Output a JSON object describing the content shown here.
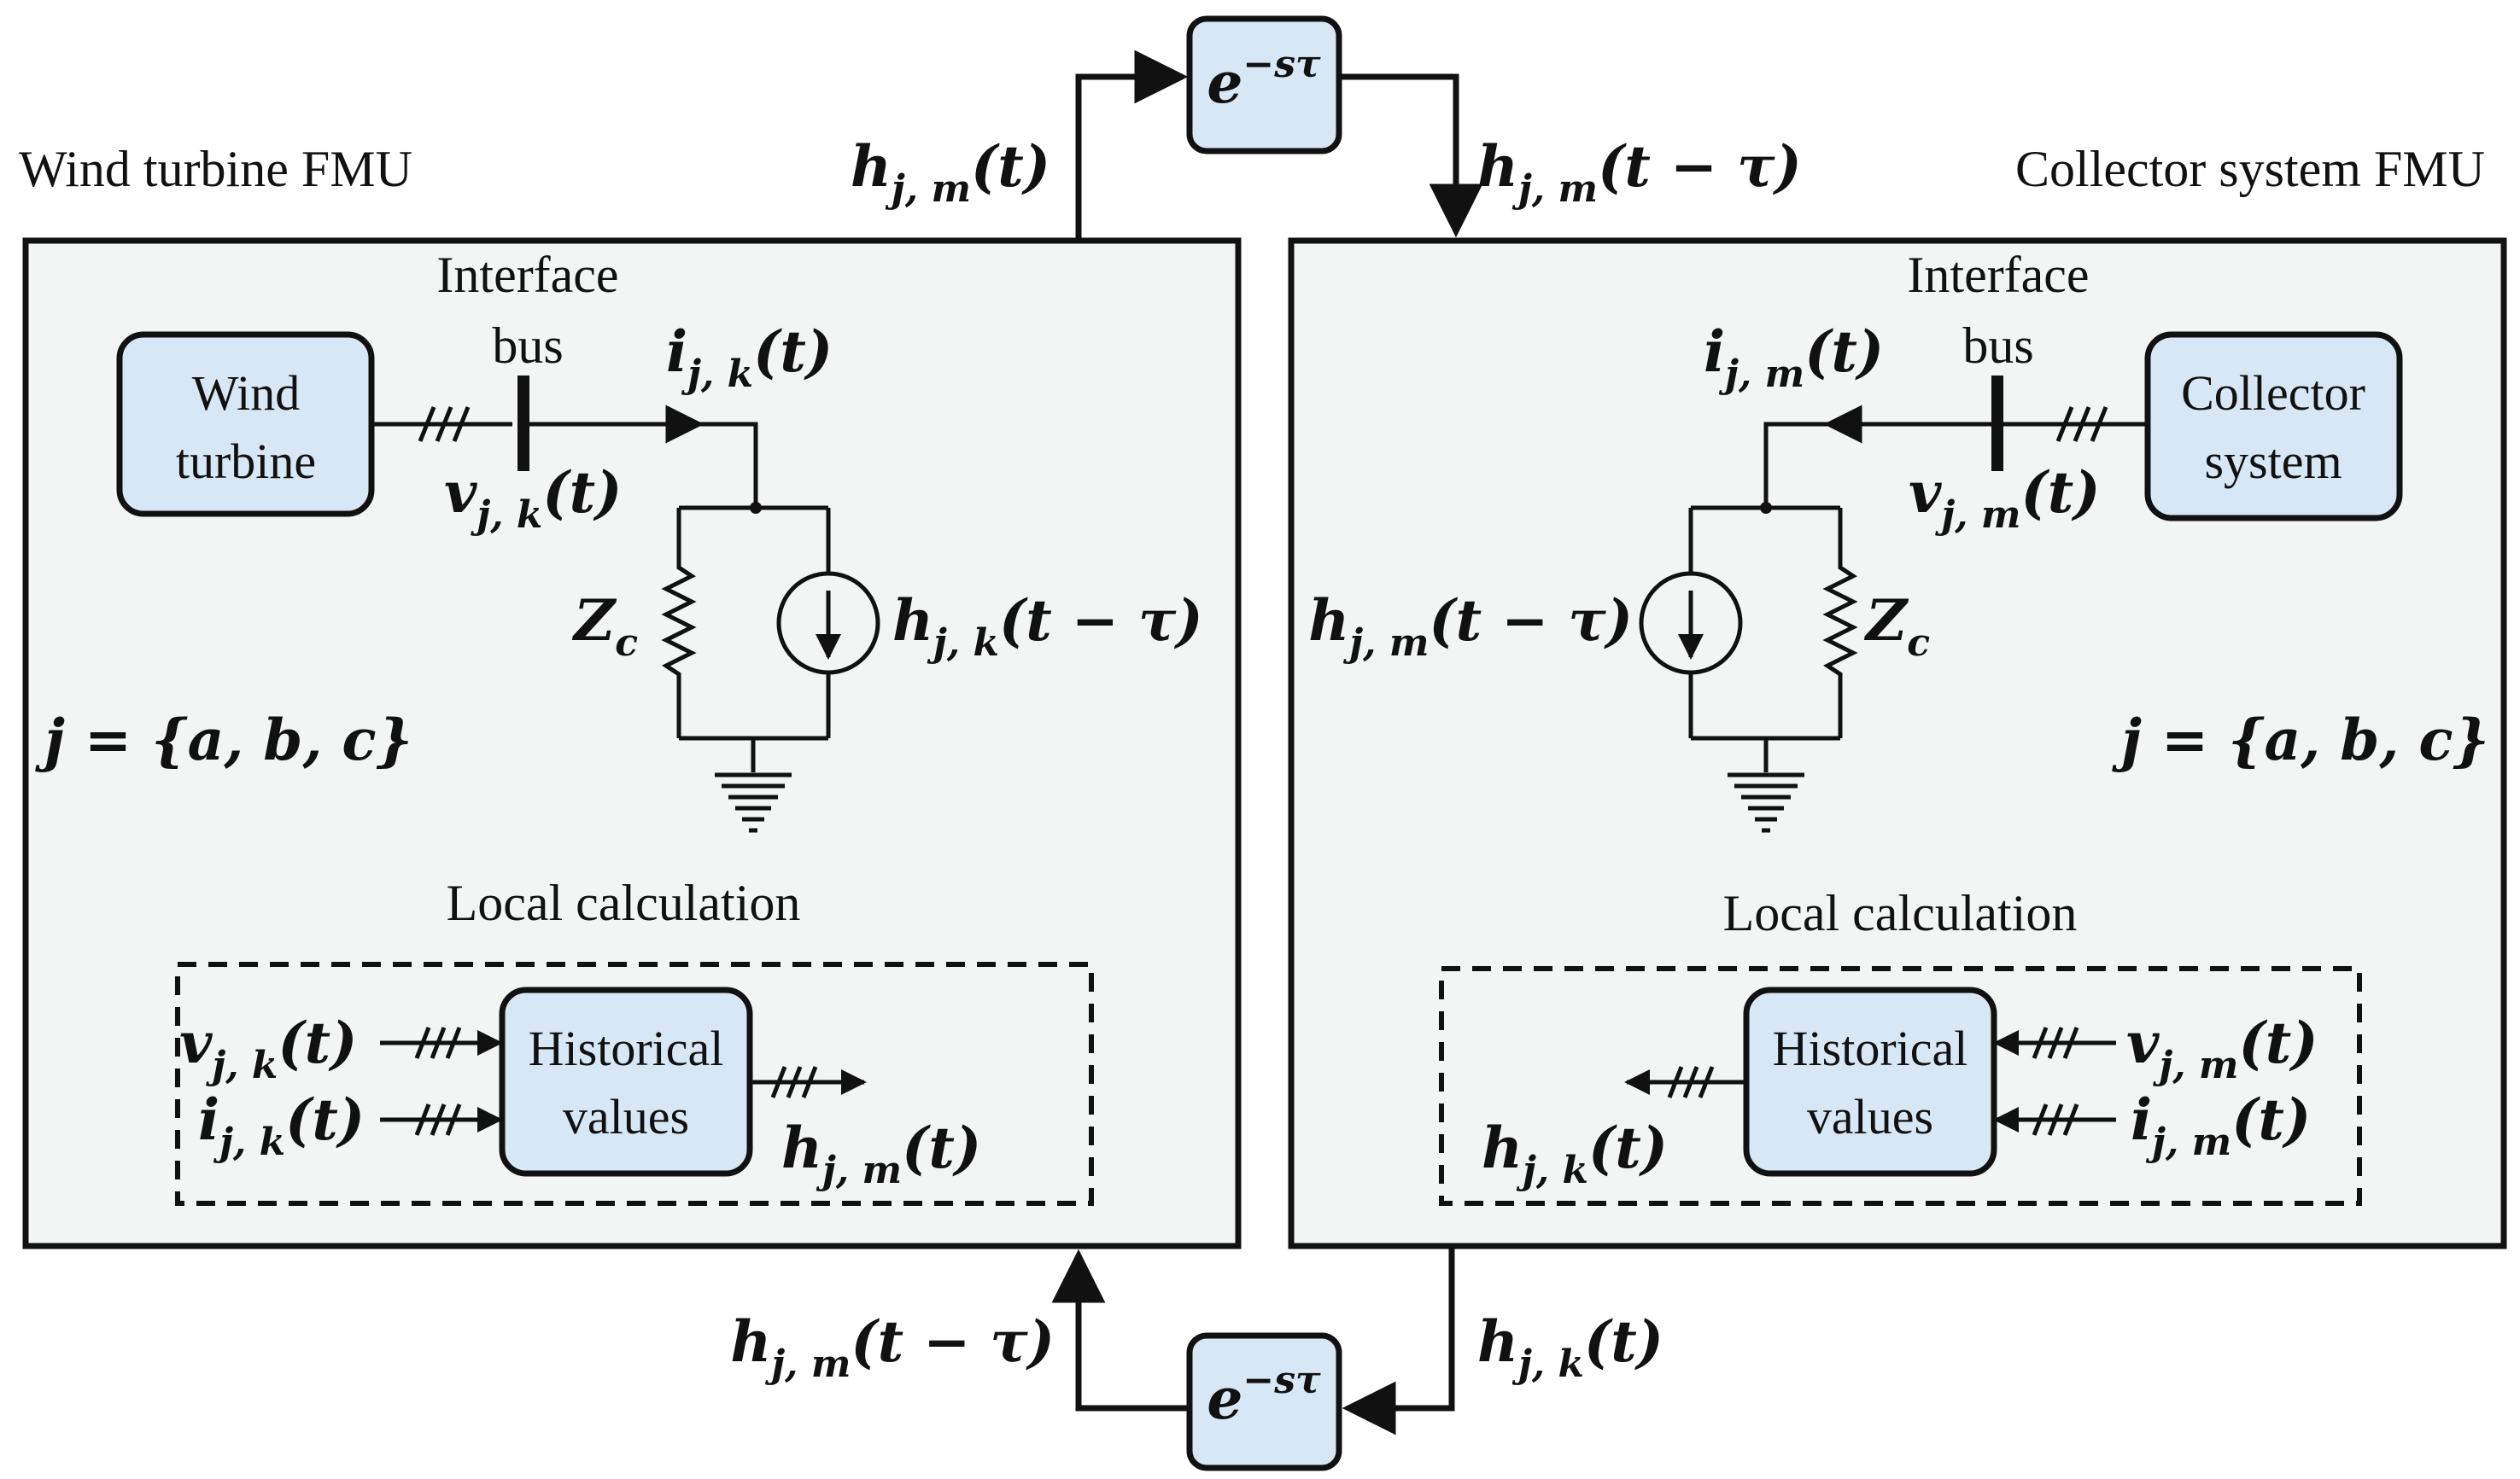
{
  "colors": {
    "fmu_fill": "#f3f5f5",
    "block_fill": "#d8e7f5",
    "line": "#111111"
  },
  "left_fmu": {
    "title": "Wind turbine FMU",
    "interface_label": "Interface",
    "bus_label": "bus",
    "source_line1": "Wind",
    "source_line2": "turbine",
    "current_label": "i",
    "current_sub": "j, k",
    "current_arg": "(t)",
    "voltage_label": "v",
    "voltage_sub": "j, k",
    "voltage_arg": "(t)",
    "impedance_label": "Z",
    "impedance_sub": "c",
    "source_current_label": "h",
    "source_current_sub": "j, k",
    "source_current_arg": "(t − τ)",
    "phase_set": "j = {a, b, c}",
    "local_calc_label": "Local calculation",
    "hist_line1": "Historical",
    "hist_line2": "values",
    "in1_label": "v",
    "in1_sub": "j, k",
    "in1_arg": "(t)",
    "in2_label": "i",
    "in2_sub": "j, k",
    "in2_arg": "(t)",
    "out_label": "h",
    "out_sub": "j, m",
    "out_arg": "(t)"
  },
  "right_fmu": {
    "title": "Collector system FMU",
    "interface_label": "Interface",
    "bus_label": "bus",
    "source_line1": "Collector",
    "source_line2": "system",
    "current_label": "i",
    "current_sub": "j, m",
    "current_arg": "(t)",
    "voltage_label": "v",
    "voltage_sub": "j, m",
    "voltage_arg": "(t)",
    "impedance_label": "Z",
    "impedance_sub": "c",
    "source_current_label": "h",
    "source_current_sub": "j, m",
    "source_current_arg": "(t − τ)",
    "phase_set": "j = {a, b, c}",
    "local_calc_label": "Local calculation",
    "hist_line1": "Historical",
    "hist_line2": "values",
    "in1_label": "v",
    "in1_sub": "j, m",
    "in1_arg": "(t)",
    "in2_label": "i",
    "in2_sub": "j, m",
    "in2_arg": "(t)",
    "out_label": "h",
    "out_sub": "j, k",
    "out_arg": "(t)"
  },
  "delay_block": {
    "base": "e",
    "exponent": "−sτ"
  },
  "top_link": {
    "in_label": "h",
    "in_sub": "j, m",
    "in_arg": "(t)",
    "out_label": "h",
    "out_sub": "j, m",
    "out_arg": "(t − τ)"
  },
  "bottom_link": {
    "in_label": "h",
    "in_sub": "j, k",
    "in_arg": "(t)",
    "out_label": "h",
    "out_sub": "j, m",
    "out_arg": "(t − τ)"
  }
}
